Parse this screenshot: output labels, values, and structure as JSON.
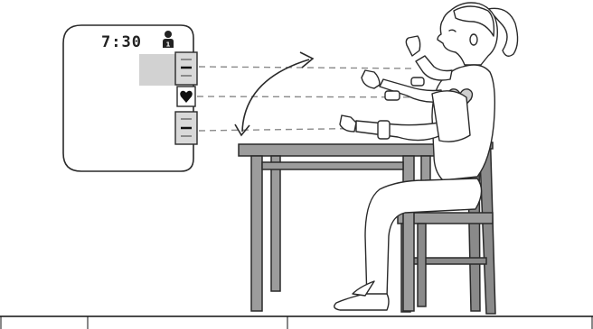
{
  "device": {
    "time_display": "7:30",
    "indicator_levels": [
      "above-heart",
      "heart-level",
      "below-heart"
    ]
  },
  "colors": {
    "outline": "#2a2a2a",
    "table_fill": "#9c9c9c",
    "chair_fill": "#8a8a8a",
    "highlight_fill": "#d2d2d2",
    "heart_fill": "#cfcfcf",
    "guide_line": "#8a8a8a"
  },
  "footer": {
    "cells": [
      "",
      "",
      ""
    ]
  }
}
